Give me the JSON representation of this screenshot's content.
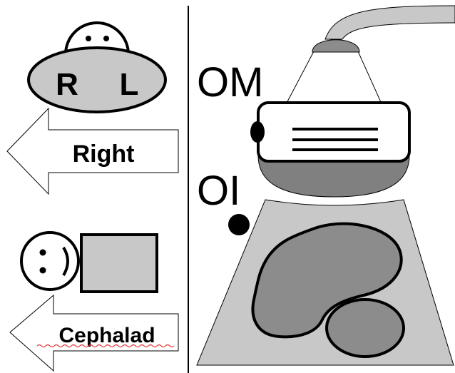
{
  "left_panel": {
    "transverse": {
      "head_letter_right": "R",
      "head_letter_left": "L",
      "arrow_label": "Right"
    },
    "longitudinal": {
      "arrow_label": "Cephalad"
    }
  },
  "right_panel": {
    "label_om": "OM",
    "label_oi": "OI"
  },
  "colors": {
    "head_fill": "#c8c8c8",
    "body_fill": "#c8c8c8",
    "probe_cap": "#8c8c8c",
    "probe_lens": "#808080",
    "sector": "#c8c8c8",
    "organ": "#8c8c8c",
    "cable": "#c8c8c8",
    "outline": "#000000"
  }
}
